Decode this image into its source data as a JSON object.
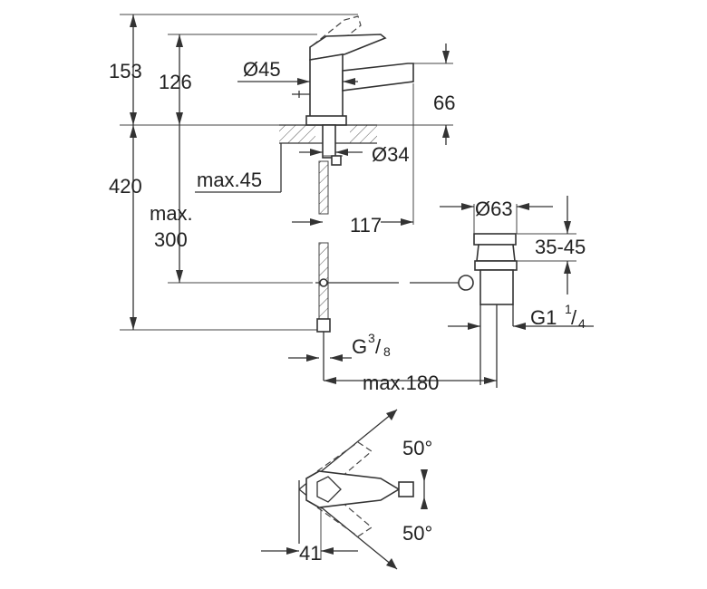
{
  "dimensions": {
    "height_total": "153",
    "height_outlet": "126",
    "diameter_base": "Ø45",
    "spout_height": "66",
    "hole_diameter": "Ø34",
    "max_thickness": "max.45",
    "hose_length_total": "420",
    "hose_length_max_line1": "max.",
    "hose_length_max_line2": "300",
    "spout_reach": "117",
    "waste_diameter": "Ø63",
    "waste_range": "35-45",
    "waste_thread_base": "G1",
    "waste_thread_num": "1",
    "waste_thread_den": "4",
    "supply_thread_base": "G",
    "supply_thread_num": "3",
    "supply_thread_den": "8",
    "max_distance": "max.180",
    "swivel_angle_top": "50°",
    "swivel_angle_bottom": "50°",
    "handle_offset": "41"
  }
}
